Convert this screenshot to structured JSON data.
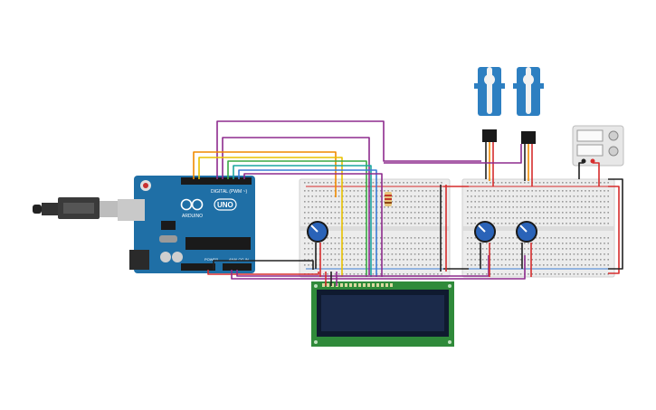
{
  "arduino": {
    "brand": "ARDUINO",
    "model": "UNO",
    "digital_label": "DIGITAL (PWM ~)",
    "power_label": "POWER",
    "analog_label": "ANALOG IN"
  },
  "colors": {
    "arduino_board": "#1f6fa6",
    "breadboard": "#ececec",
    "lcd_pcb": "#2f8a3a",
    "lcd_screen": "#1b2a4a",
    "servo": "#2d7fc1",
    "potentiometer": "#2a63b8",
    "wire_red": "#d62d2d",
    "wire_black": "#222222",
    "wire_purple": "#8e2b8e",
    "wire_orange": "#f08a00",
    "wire_yellow": "#e8c100",
    "wire_green": "#3aa845",
    "wire_teal": "#1aa7a0",
    "wire_blue": "#3a7bd5"
  },
  "icons": {
    "usb": "usb-cable-icon",
    "power_supply": "power-supply-icon"
  }
}
